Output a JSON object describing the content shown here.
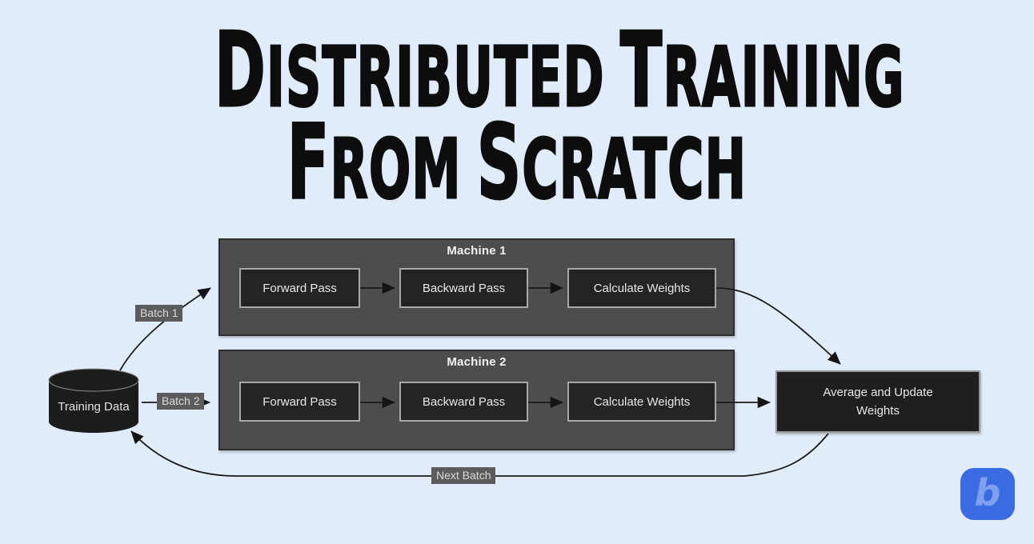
{
  "title": {
    "line1": "Distributed Training",
    "line2": "From Scratch"
  },
  "diagram": {
    "machines": [
      {
        "label": "Machine 1",
        "steps": [
          "Forward Pass",
          "Backward Pass",
          "Calculate Weights"
        ]
      },
      {
        "label": "Machine 2",
        "steps": [
          "Forward Pass",
          "Backward Pass",
          "Calculate Weights"
        ]
      }
    ],
    "data_store": {
      "label": "Training Data"
    },
    "aggregator": {
      "line1": "Average and Update",
      "line2": "Weights"
    },
    "edge_labels": {
      "batch1": "Batch 1",
      "batch2": "Batch 2",
      "next_batch": "Next Batch"
    }
  },
  "branding": {
    "logo_letter": "b"
  },
  "colors": {
    "background": "#e1ecfa",
    "machine_fill": "#4d4d4d",
    "node_fill": "#242424",
    "node_border": "#a8a8a8",
    "edge_label_fill": "#5c5c5c",
    "arrow": "#1a1a1a",
    "logo_blue": "#3a6be3",
    "logo_letter_blue": "#7fa0ec"
  }
}
